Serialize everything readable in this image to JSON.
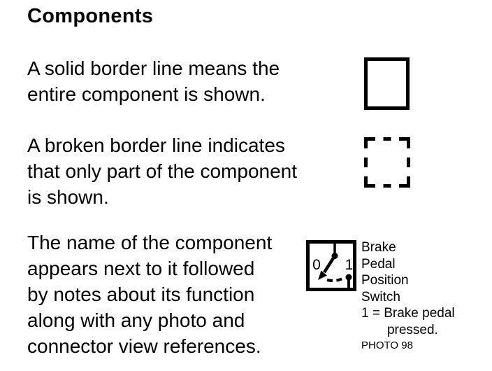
{
  "page": {
    "title": "Components",
    "background_color": "#ffffff",
    "ink_color": "#000000"
  },
  "sections": [
    {
      "id": "solid-border",
      "text": "A solid border line means the\nentire component is shown.",
      "figure": "solid-border-box"
    },
    {
      "id": "broken-border",
      "text": "A broken border line indicates\nthat only part of the component\nis shown.",
      "figure": "broken-border-box"
    },
    {
      "id": "component-name",
      "text": "The name of the component\nappears next to it followed\nby notes about its function\nalong with any photo and\nconnector view references.",
      "figure": "switch-symbol"
    }
  ],
  "switch_figure": {
    "state_off_label": "0",
    "state_on_label": "1",
    "component_name": "Brake\nPedal\nPosition\nSwitch",
    "note": "1 = Brake pedal\n       pressed.",
    "photo_ref": "PHOTO 98"
  }
}
